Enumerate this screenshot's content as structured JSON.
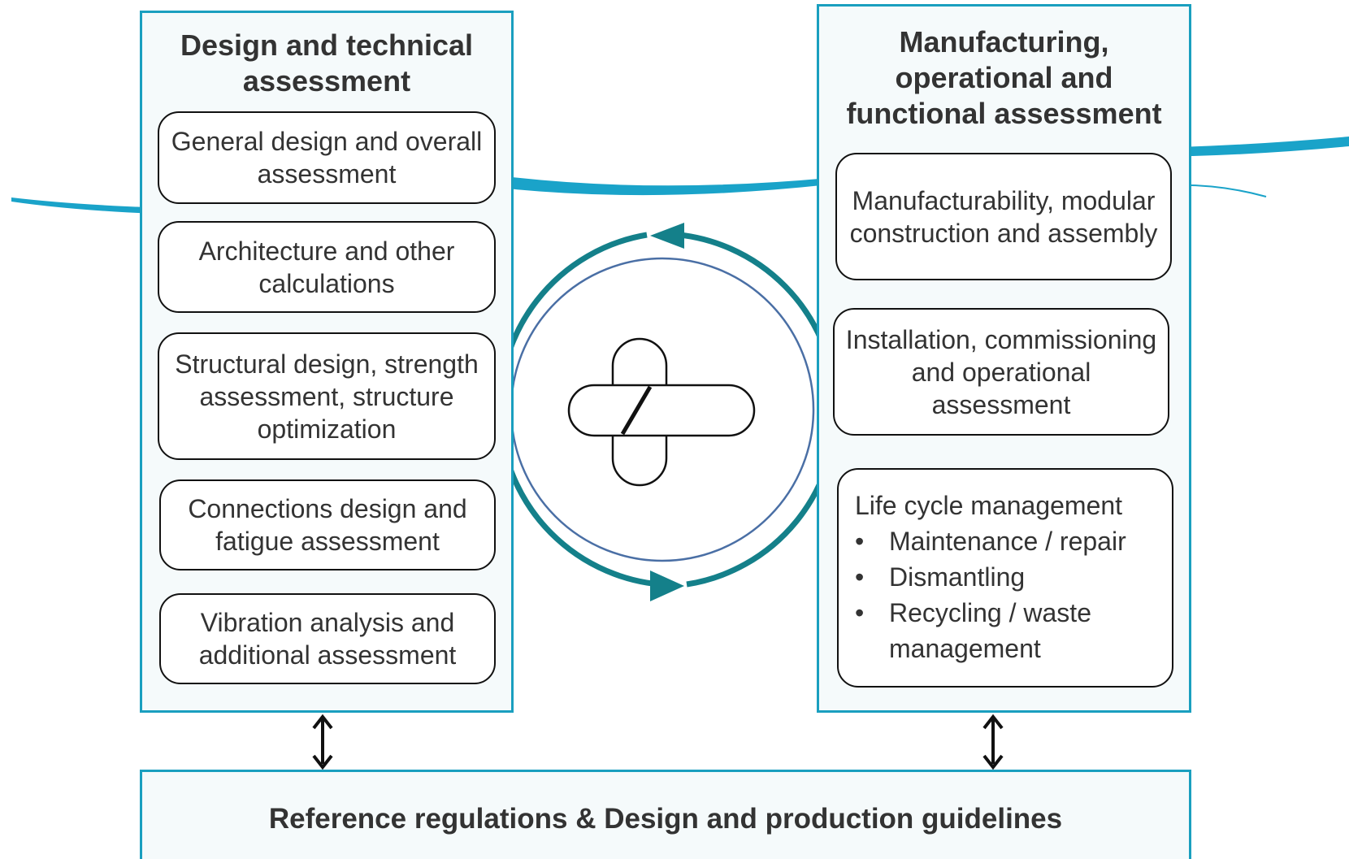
{
  "left_panel": {
    "title": "Design and technical assessment",
    "boxes": [
      "General design and overall assessment",
      "Architecture and other calculations",
      "Structural design, strength assessment, structure optimization",
      "Connections design and fatigue assessment",
      "Vibration analysis and additional assessment"
    ]
  },
  "right_panel": {
    "title": "Manufacturing, operational and functional assessment",
    "boxes": [
      "Manufacturability, modular construction and assembly",
      "Installation, commissioning and operational assessment"
    ],
    "lifecycle": {
      "title": "Life cycle management",
      "items": [
        "Maintenance / repair",
        "Dismantling",
        "Recycling / waste management"
      ],
      "bullet": "•"
    }
  },
  "bottom_banner": {
    "text": "Reference regulations & Design and production guidelines"
  },
  "center": {
    "cycle_icon": "circular-arrows-icon",
    "logo_icon": "plus-slash-logo-icon"
  },
  "colors": {
    "panel_border": "#1a9fbf",
    "cycle_arrow": "#14808a",
    "inner_circle": "#4a6fa5",
    "swoosh": "#1aa3c9"
  }
}
